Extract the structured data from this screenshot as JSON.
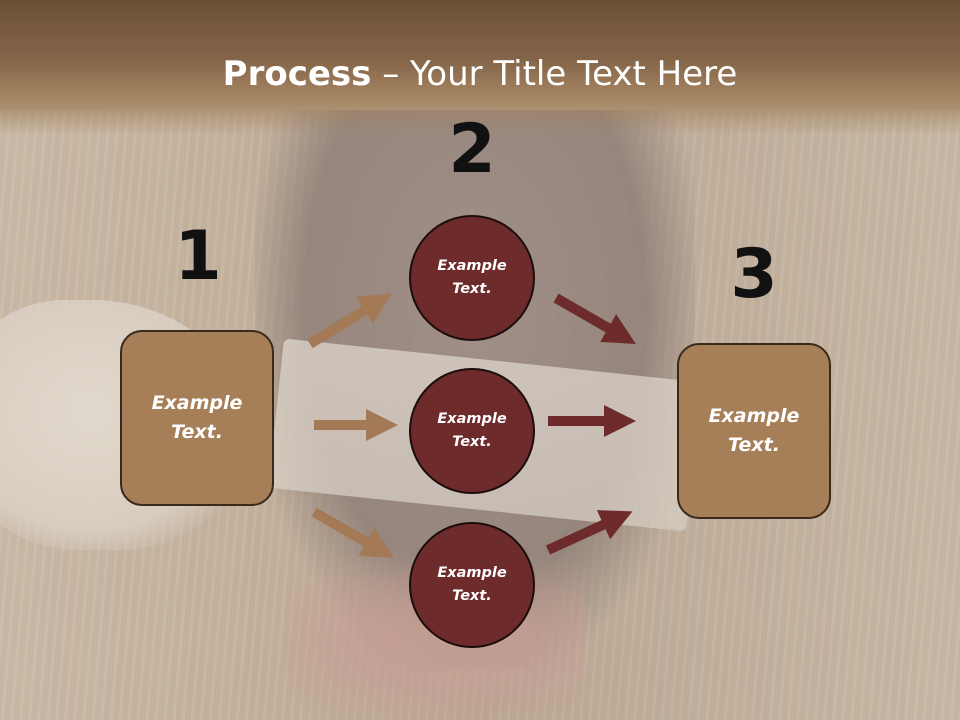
{
  "slide": {
    "title_bold": "Process",
    "title_dash": " – ",
    "title_rest": "Your Title Text Here"
  },
  "steps": {
    "num1": "1",
    "num2": "2",
    "num3": "3",
    "left_box": "Example\nText.",
    "right_box": "Example\nText.",
    "circle_top": "Example\nText.",
    "circle_mid": "Example\nText.",
    "circle_bottom": "Example\nText."
  },
  "colors": {
    "box_fill": "#a67f58",
    "circle_fill": "#6e2b2b",
    "arrow_in": "#a37a55",
    "arrow_out": "#6e2b2b"
  }
}
